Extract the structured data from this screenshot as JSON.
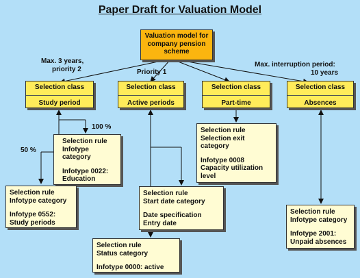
{
  "title": "Paper Draft for Valuation Model",
  "root": {
    "line1": "Valuation model for",
    "line2": "company pension",
    "line3": "scheme"
  },
  "labels": {
    "study_limit_1": "Max. 3 years,",
    "study_limit_2": "priority 2",
    "active_priority": "Priority 1",
    "absence_limit_1": "Max. interruption period:",
    "absence_limit_2": "10 years",
    "pct_100": "100 %",
    "pct_50": "50 %"
  },
  "classes": [
    {
      "header": "Selection class",
      "name": "Study period"
    },
    {
      "header": "Selection class",
      "name": "Active periods"
    },
    {
      "header": "Selection class",
      "name": "Part-time"
    },
    {
      "header": "Selection class",
      "name": "Absences"
    }
  ],
  "rules": {
    "study_infotype": {
      "lines": [
        "Selection rule",
        "Infotype",
        "category"
      ],
      "detail": [
        "Infotype 0022:",
        "Education"
      ]
    },
    "study_0552": {
      "lines": [
        "Selection rule",
        "Infotype category"
      ],
      "detail": [
        "Infotype 0552:",
        "Study periods"
      ]
    },
    "active_start": {
      "lines": [
        "Selection rule",
        "Start date category"
      ],
      "detail": [
        "Date specification",
        "Entry date"
      ]
    },
    "active_status": {
      "lines": [
        "Selection rule",
        "Status category"
      ],
      "detail": [
        "Infotype 0000: active"
      ]
    },
    "parttime_exit": {
      "lines": [
        "Selection rule",
        "Selection exit",
        "category"
      ],
      "detail": [
        "Infotype 0008",
        "Capacity utilization",
        "level"
      ]
    },
    "absence_infotype": {
      "lines": [
        "Selection rule",
        "Infotype category"
      ],
      "detail": [
        "Infotype 2001:",
        "Unpaid absences"
      ]
    }
  },
  "colors": {
    "background": "#b3dff8",
    "root_fill": "#fbb50f",
    "class_fill": "#ffec5a",
    "rule_fill": "#fffcd3"
  }
}
